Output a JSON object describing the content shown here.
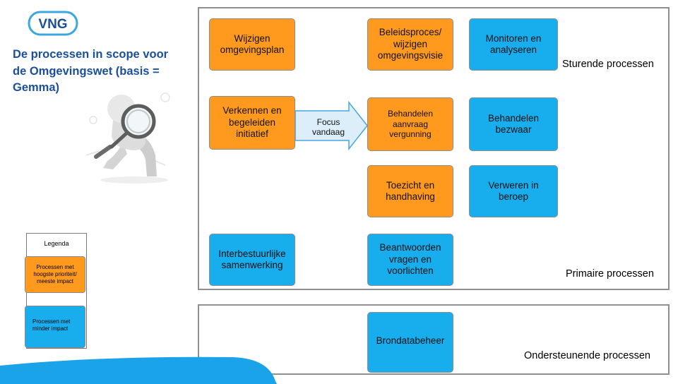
{
  "logo": {
    "text": "VNG"
  },
  "title": "De processen in scope voor de Omgevingswet (basis = Gemma)",
  "legend": {
    "title": "Legenda",
    "high": "Processen met hoogste prioriteit/ meeste impact",
    "low": "Processen met minder impact"
  },
  "arrow_label": "Focus vandaag",
  "boxes": {
    "wijzigen": "Wijzigen omgevingsplan",
    "beleid": "Beleidsproces/ wijzigen omgevingsvisie",
    "monitoren": "Monitoren en analyseren",
    "verkennen": "Verkennen en begeleiden initiatief",
    "aanvraag": "Behandelen aanvraag vergunning",
    "bezwaar": "Behandelen bezwaar",
    "toezicht": "Toezicht en handhaving",
    "beroep": "Verweren in beroep",
    "samenwerking": "Interbestuurlijke samenwerking",
    "vragen": "Beantwoorden vragen en voorlichten",
    "brondata": "Brondatabeheer"
  },
  "sections": {
    "sturend": "Sturende processen",
    "primair": "Primaire processen",
    "ondersteunend": "Ondersteunende processen"
  },
  "colors": {
    "high_impact": "#ff9a1e",
    "low_impact": "#18aeee",
    "title": "#1a4f9c",
    "arrow": "#dbeefa"
  }
}
